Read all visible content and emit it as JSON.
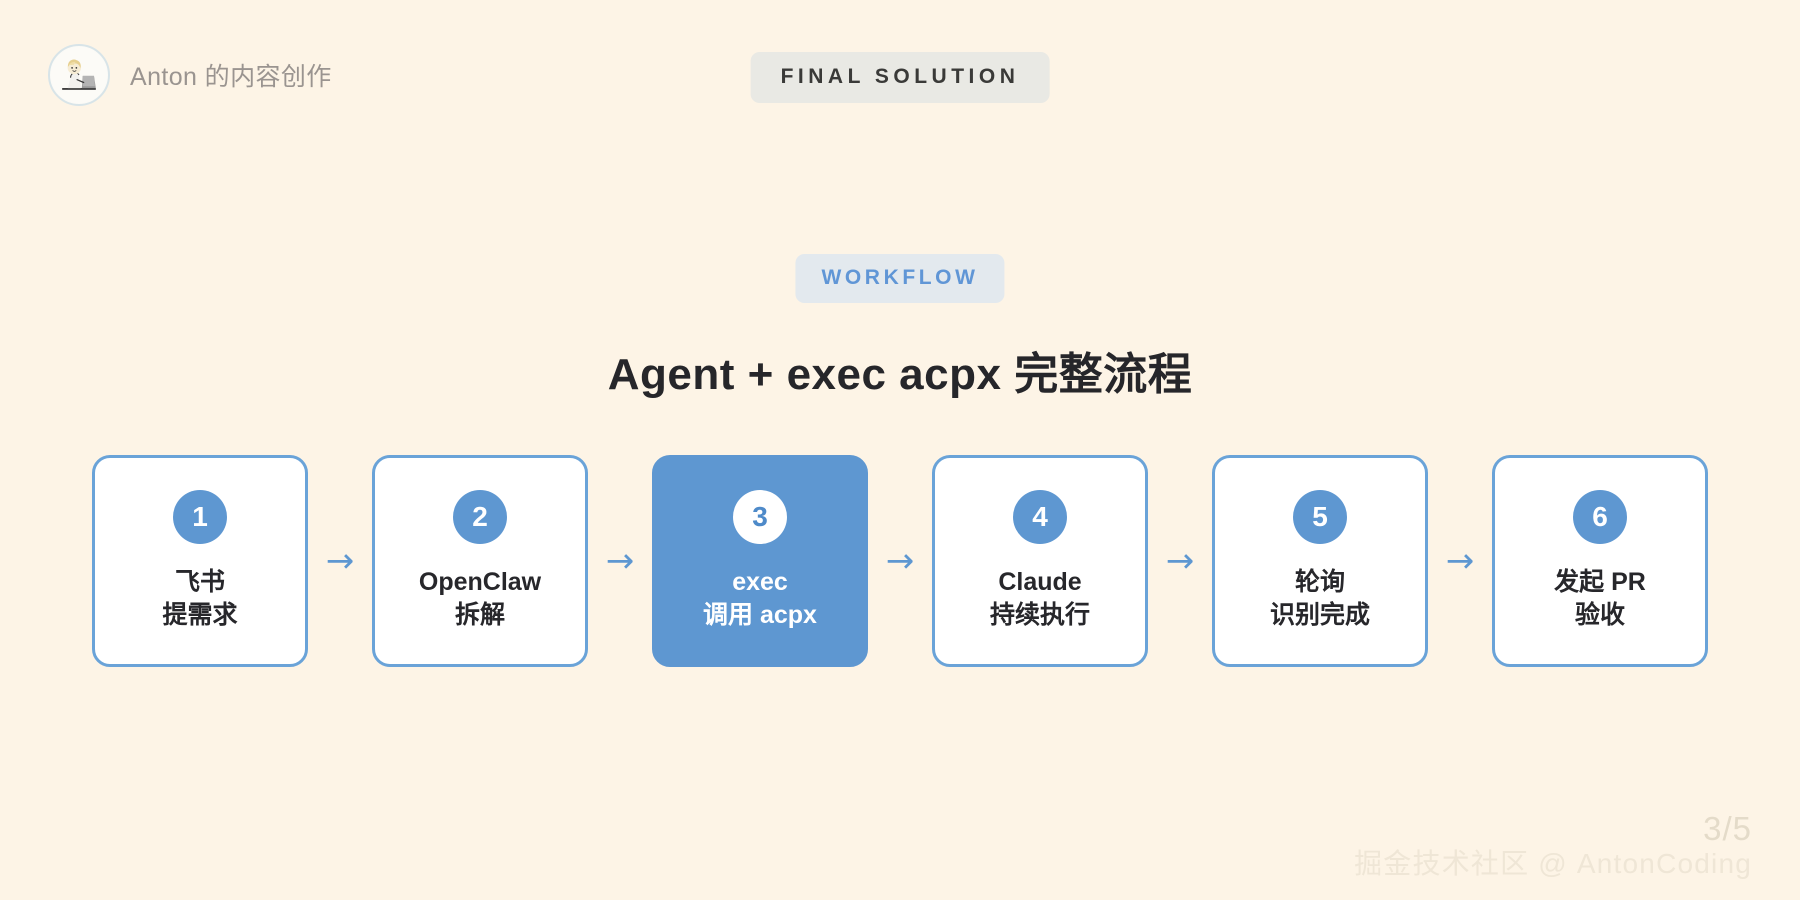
{
  "brand": {
    "name": "Anton 的内容创作",
    "avatar_icon": "person-at-laptop-illustration-icon"
  },
  "top_badge": {
    "label": "FINAL SOLUTION"
  },
  "section_badge": {
    "label": "WORKFLOW"
  },
  "title": "Agent + exec acpx 完整流程",
  "arrow_glyph": "→",
  "flow": {
    "steps": [
      {
        "number": "1",
        "line1": "飞书",
        "line2": "提需求",
        "active": false
      },
      {
        "number": "2",
        "line1": "OpenClaw",
        "line2": "拆解",
        "active": false
      },
      {
        "number": "3",
        "line1": "exec",
        "line2": "调用 acpx",
        "active": true
      },
      {
        "number": "4",
        "line1": "Claude",
        "line2": "持续执行",
        "active": false
      },
      {
        "number": "5",
        "line1": "轮询",
        "line2": "识别完成",
        "active": false
      },
      {
        "number": "6",
        "line1": "发起 PR",
        "line2": "验收",
        "active": false
      }
    ]
  },
  "footer": {
    "page_indicator": "3/5",
    "watermark": "掘金技术社区 @ AntonCoding"
  },
  "colors": {
    "background": "#fdf4e6",
    "accent_blue": "#5e97d1",
    "card_border": "#6aa3d8",
    "title_text": "#26262a",
    "brand_text": "#9a9490",
    "final_badge_bg": "#e9e9e4",
    "workflow_badge_bg": "#e3e9ee",
    "workflow_badge_text": "#6096d6",
    "watermark_text": "#efe6d6"
  }
}
